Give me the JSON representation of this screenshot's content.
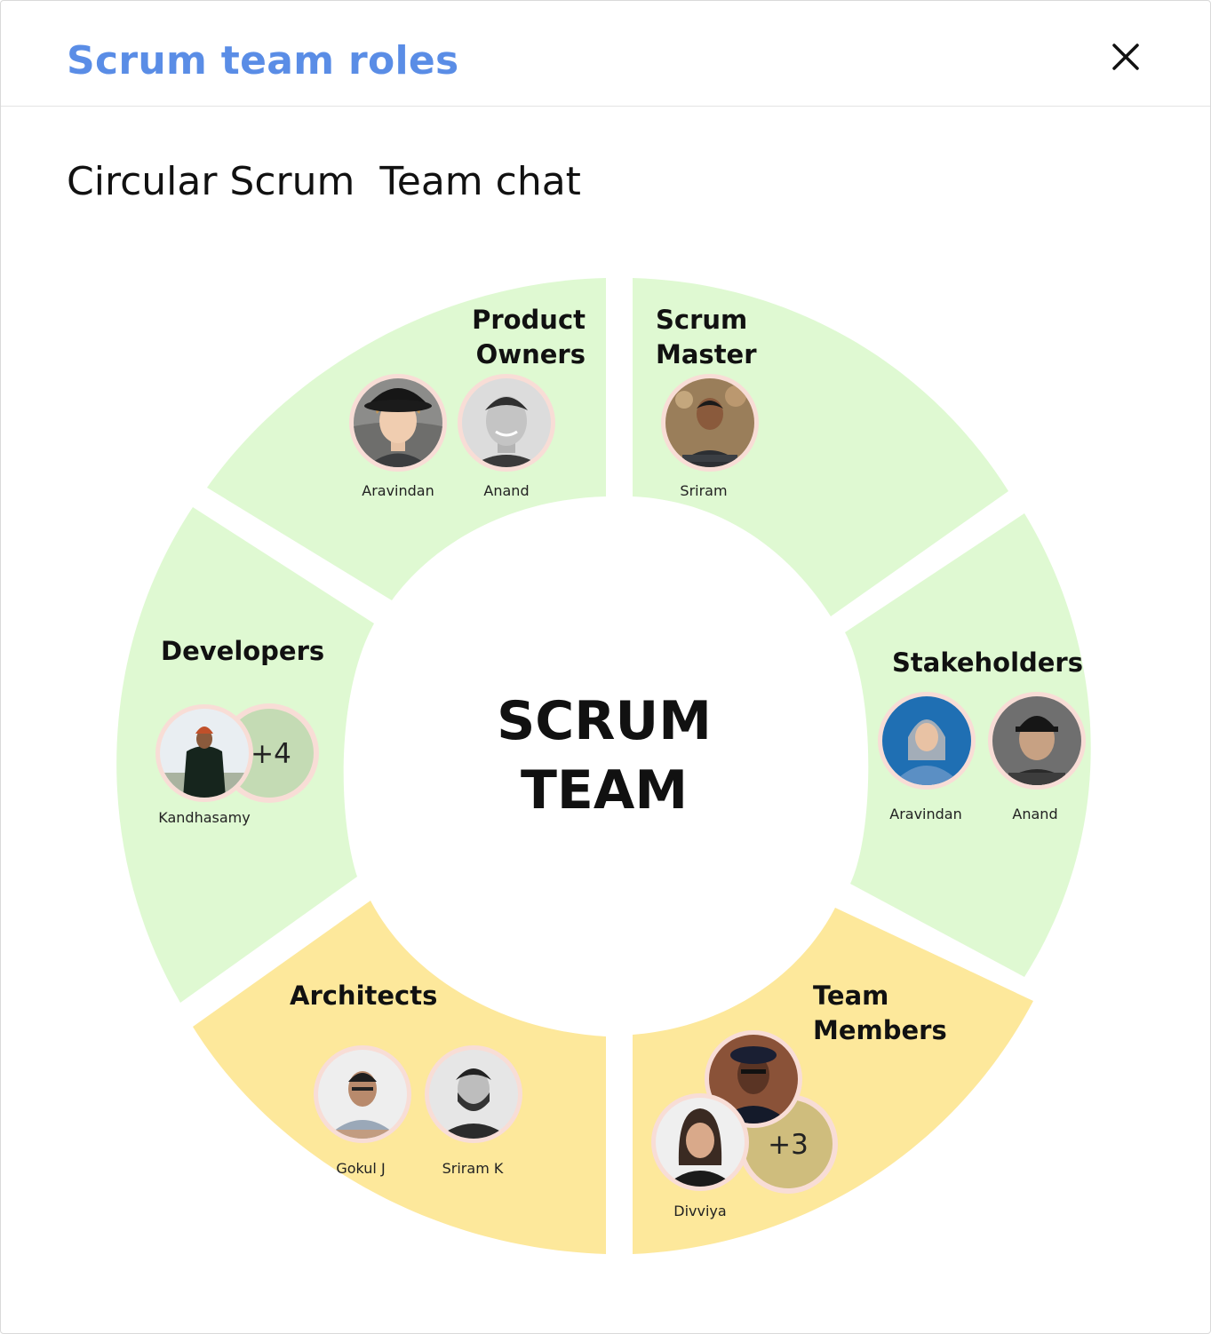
{
  "dialog": {
    "title": "Scrum team roles",
    "close_icon": "close-icon"
  },
  "subtitle": "Circular Scrum  Team chat",
  "center": {
    "line1": "SCRUM",
    "line2": "TEAM"
  },
  "colors": {
    "title_blue": "#5a8de6",
    "segment_green": "#dff9d2",
    "segment_yellow": "#fde89b",
    "avatar_ring": "#f8ddd6",
    "more_green": "#c4dbb4",
    "more_yellow": "#cfbd7d"
  },
  "segments": {
    "product_owners": {
      "title_line1": "Product",
      "title_line2": "Owners",
      "members": [
        {
          "name": "Aravindan",
          "avatar": "young-man-black-hat-photo"
        },
        {
          "name": "Anand",
          "avatar": "smiling-man-grayscale-photo"
        }
      ]
    },
    "scrum_master": {
      "title_line1": "Scrum",
      "title_line2": "Master",
      "members": [
        {
          "name": "Sriram",
          "avatar": "man-arms-crossed-outdoor-photo"
        }
      ]
    },
    "stakeholders": {
      "title": "Stakeholders",
      "members": [
        {
          "name": "Aravindan",
          "avatar": "woman-blue-jacket-photo"
        },
        {
          "name": "Anand",
          "avatar": "man-black-cap-photo"
        }
      ]
    },
    "team_members": {
      "title_line1": "Team",
      "title_line2": "Members",
      "members": [
        {
          "name": "",
          "avatar": "man-beret-glasses-photo"
        },
        {
          "name": "Divviya",
          "avatar": "smiling-woman-photo"
        }
      ],
      "more": "+3"
    },
    "architects": {
      "title": "Architects",
      "members": [
        {
          "name": "Gokul J",
          "avatar": "man-glasses-arms-crossed-photo"
        },
        {
          "name": "Sriram K",
          "avatar": "bearded-man-grayscale-photo"
        }
      ]
    },
    "developers": {
      "title": "Developers",
      "members": [
        {
          "name": "Kandhasamy",
          "avatar": "man-orange-beanie-photo"
        }
      ],
      "more": "+4"
    }
  }
}
